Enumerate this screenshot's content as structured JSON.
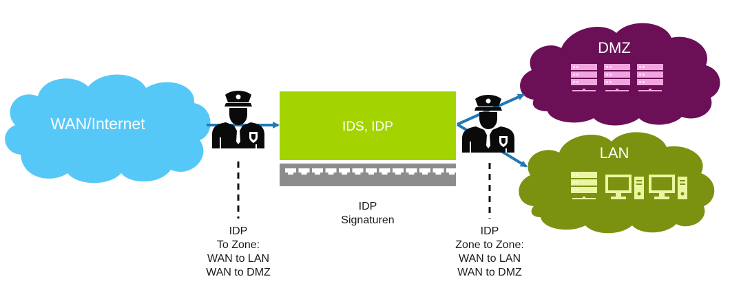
{
  "clouds": {
    "wan": {
      "label": "WAN/Internet",
      "color": "#56c8f8"
    },
    "dmz": {
      "label": "DMZ",
      "color": "#6b0f57"
    },
    "lan": {
      "label": "LAN",
      "color": "#7a9210"
    }
  },
  "device": {
    "label": "IDS, IDP",
    "color": "#a3d400",
    "port_strip_color": "#8c8c8c"
  },
  "colors": {
    "arrow": "#1f7ab6",
    "dmz_icon": "#f2a6e0",
    "lan_icon": "#ecf6a0",
    "officer": "#0a0a0a"
  },
  "captions": {
    "left": {
      "line1": "IDP",
      "line2": "To Zone:",
      "line3": "WAN to LAN",
      "line4": "WAN to DMZ"
    },
    "center": {
      "line1": "IDP",
      "line2": "Signaturen"
    },
    "right": {
      "line1": "IDP",
      "line2": "Zone to Zone:",
      "line3": "WAN to LAN",
      "line4": "WAN to DMZ"
    }
  },
  "icons": [
    "police-officer-icon",
    "server-rack-icon",
    "desktop-computer-icon",
    "network-port-icon"
  ]
}
